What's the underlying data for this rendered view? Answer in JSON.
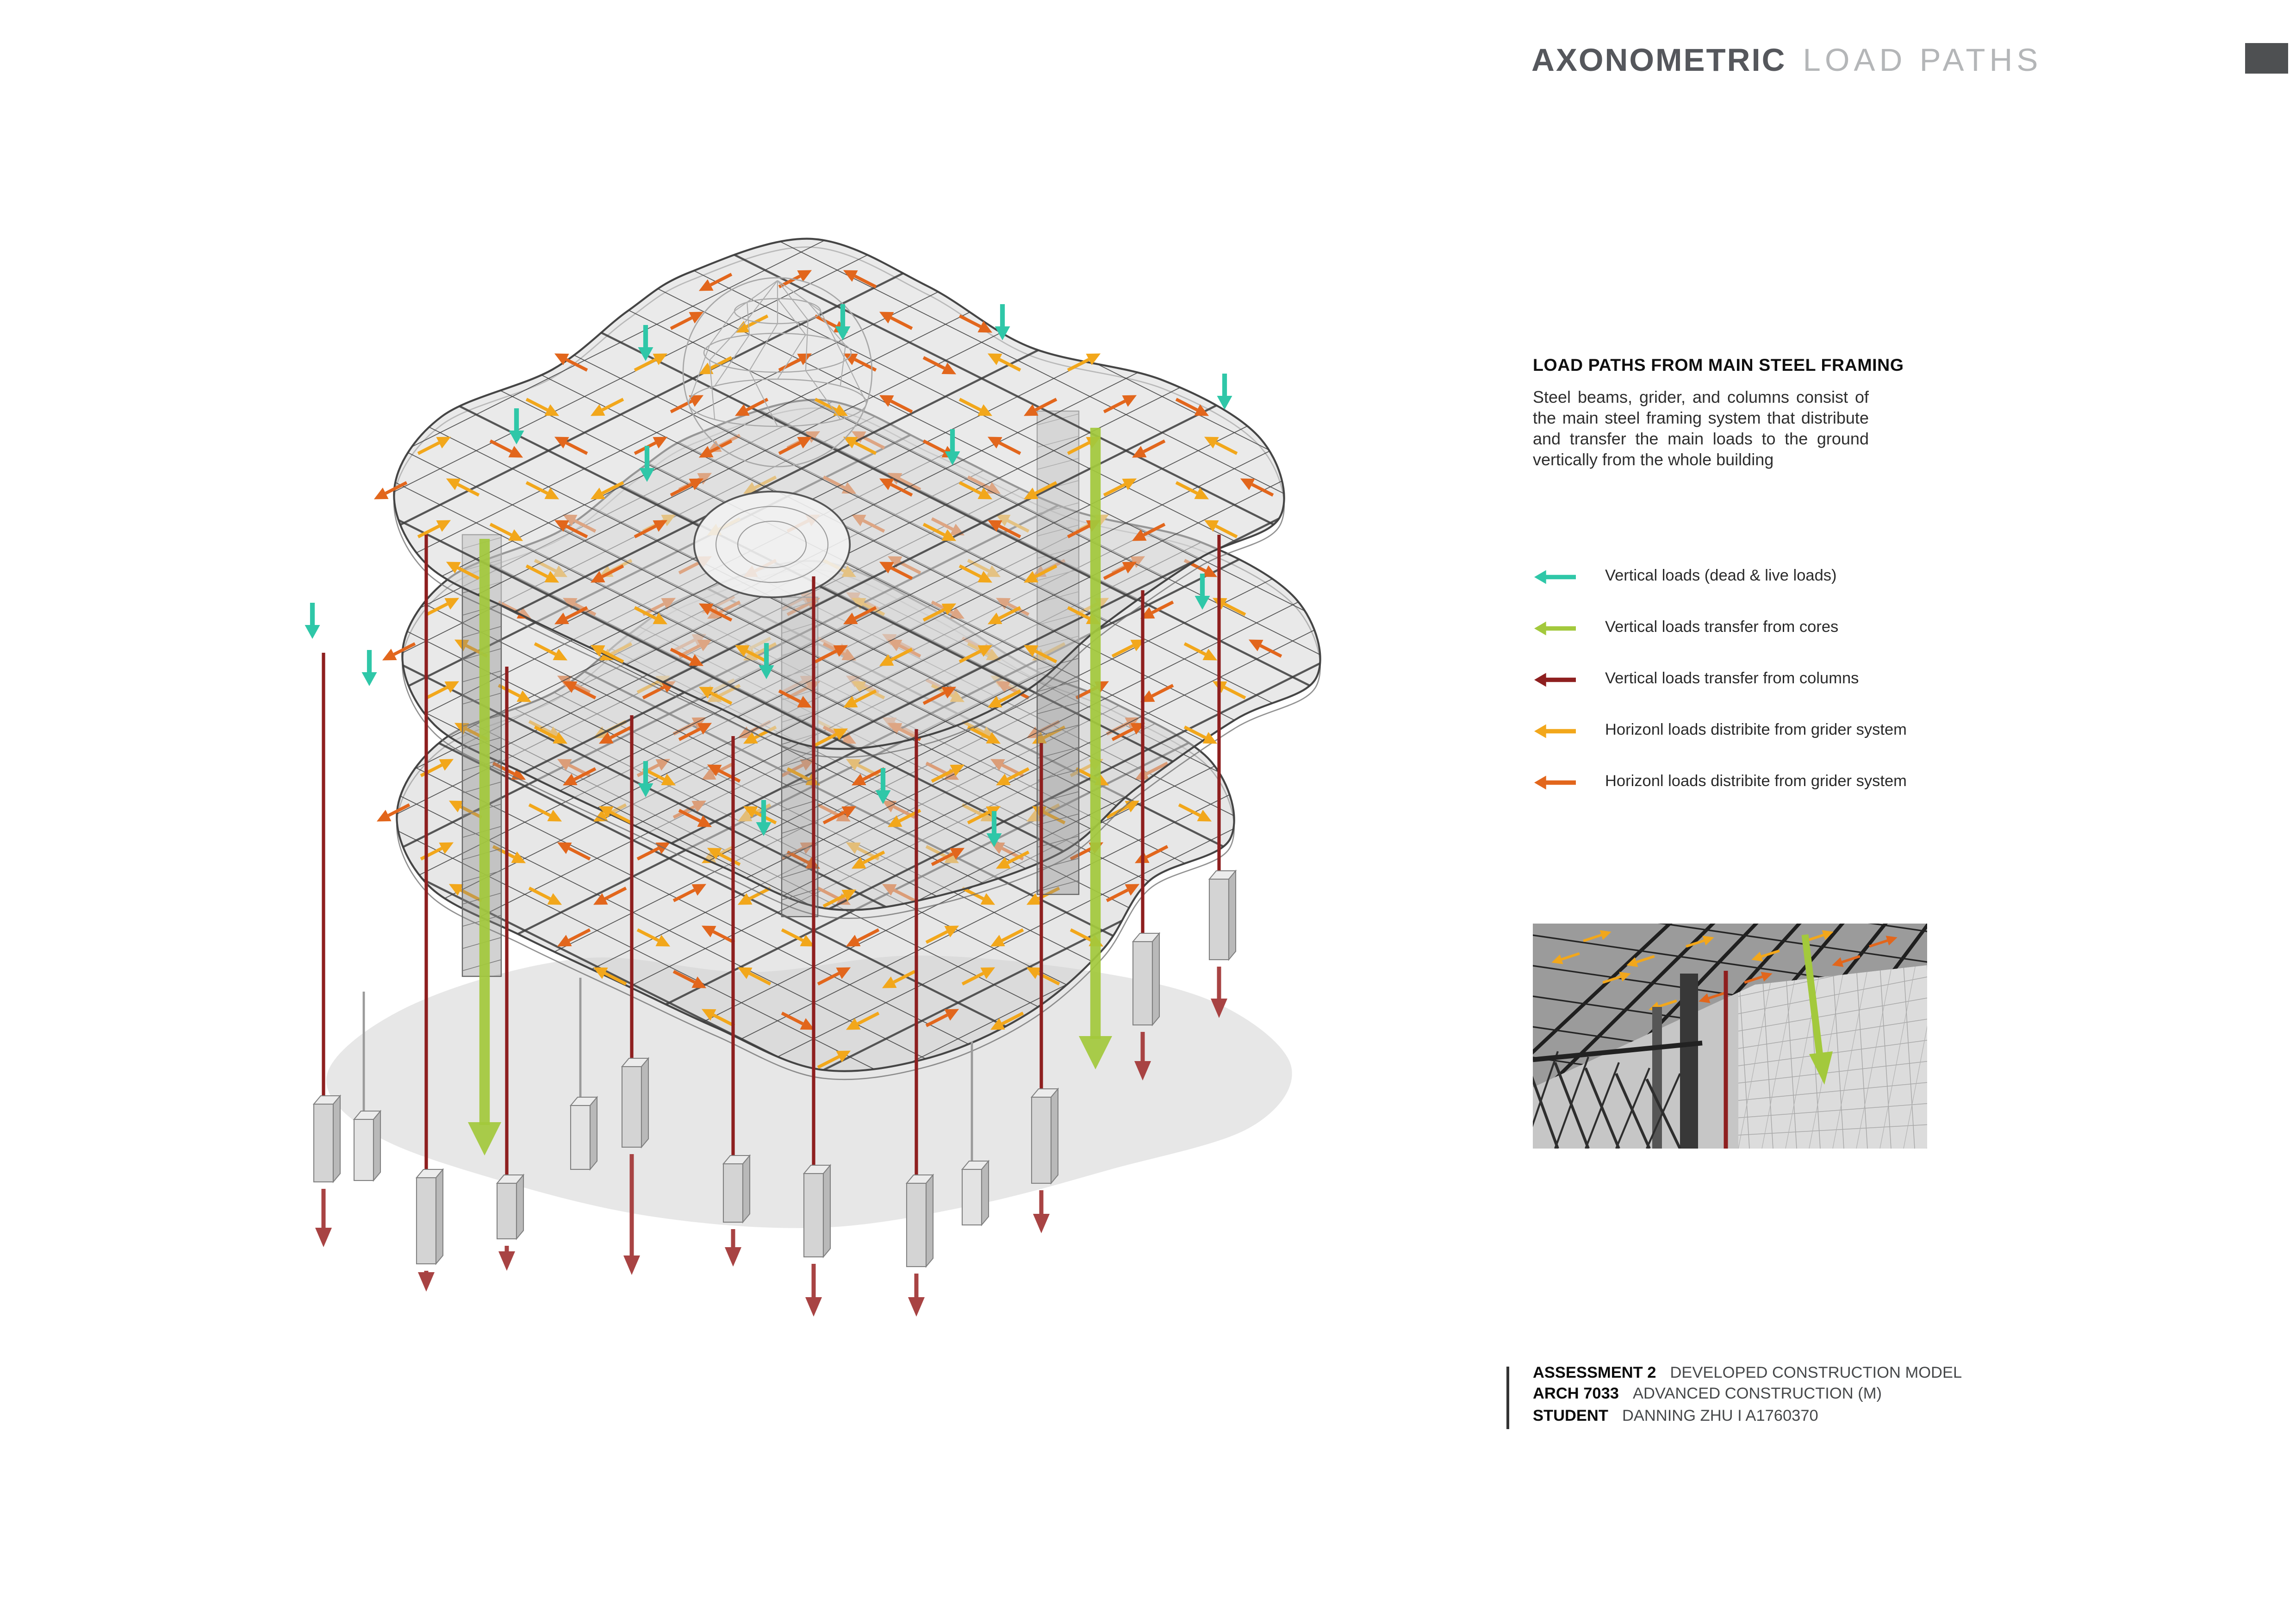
{
  "header": {
    "title_bold": "AXONOMETRIC",
    "title_light": "LOAD PATHS"
  },
  "panel": {
    "heading": "LOAD PATHS FROM MAIN STEEL FRAMING",
    "body": "Steel beams, grider, and columns consist of the main steel framing system that distribute and transfer the main loads to the ground vertically  from the whole building",
    "legend": [
      {
        "label": "Vertical loads (dead & live loads)",
        "color": "#2fc7a8"
      },
      {
        "label": "Vertical loads transfer from cores",
        "color": "#a3c93c"
      },
      {
        "label": "Vertical loads transfer from columns",
        "color": "#8e1f1f"
      },
      {
        "label": "Horizonl loads distribite from grider system",
        "color": "#f2a71b"
      },
      {
        "label": "Horizonl loads distribite from grider system",
        "color": "#e2661c"
      }
    ]
  },
  "footer": {
    "rows": [
      {
        "label": "ASSESSMENT 2",
        "value": "DEVELOPED CONSTRUCTION MODEL"
      },
      {
        "label": "ARCH 7033",
        "value": "ADVANCED CONSTRUCTION (M)"
      },
      {
        "label": "STUDENT",
        "value": "DANNING ZHU I A1760370"
      }
    ]
  },
  "drawing": {
    "colors": {
      "vertical": "#2fc7a8",
      "core": "#a3c93c",
      "column": "#8e1f1f",
      "column_arrow": "#a84343",
      "grid_yellow": "#f2a71b",
      "grid_orange": "#e2661c",
      "beam": "#3d3d3d",
      "plate_fill": "#d8d8d8",
      "shadow": "#e6e6e6"
    }
  }
}
